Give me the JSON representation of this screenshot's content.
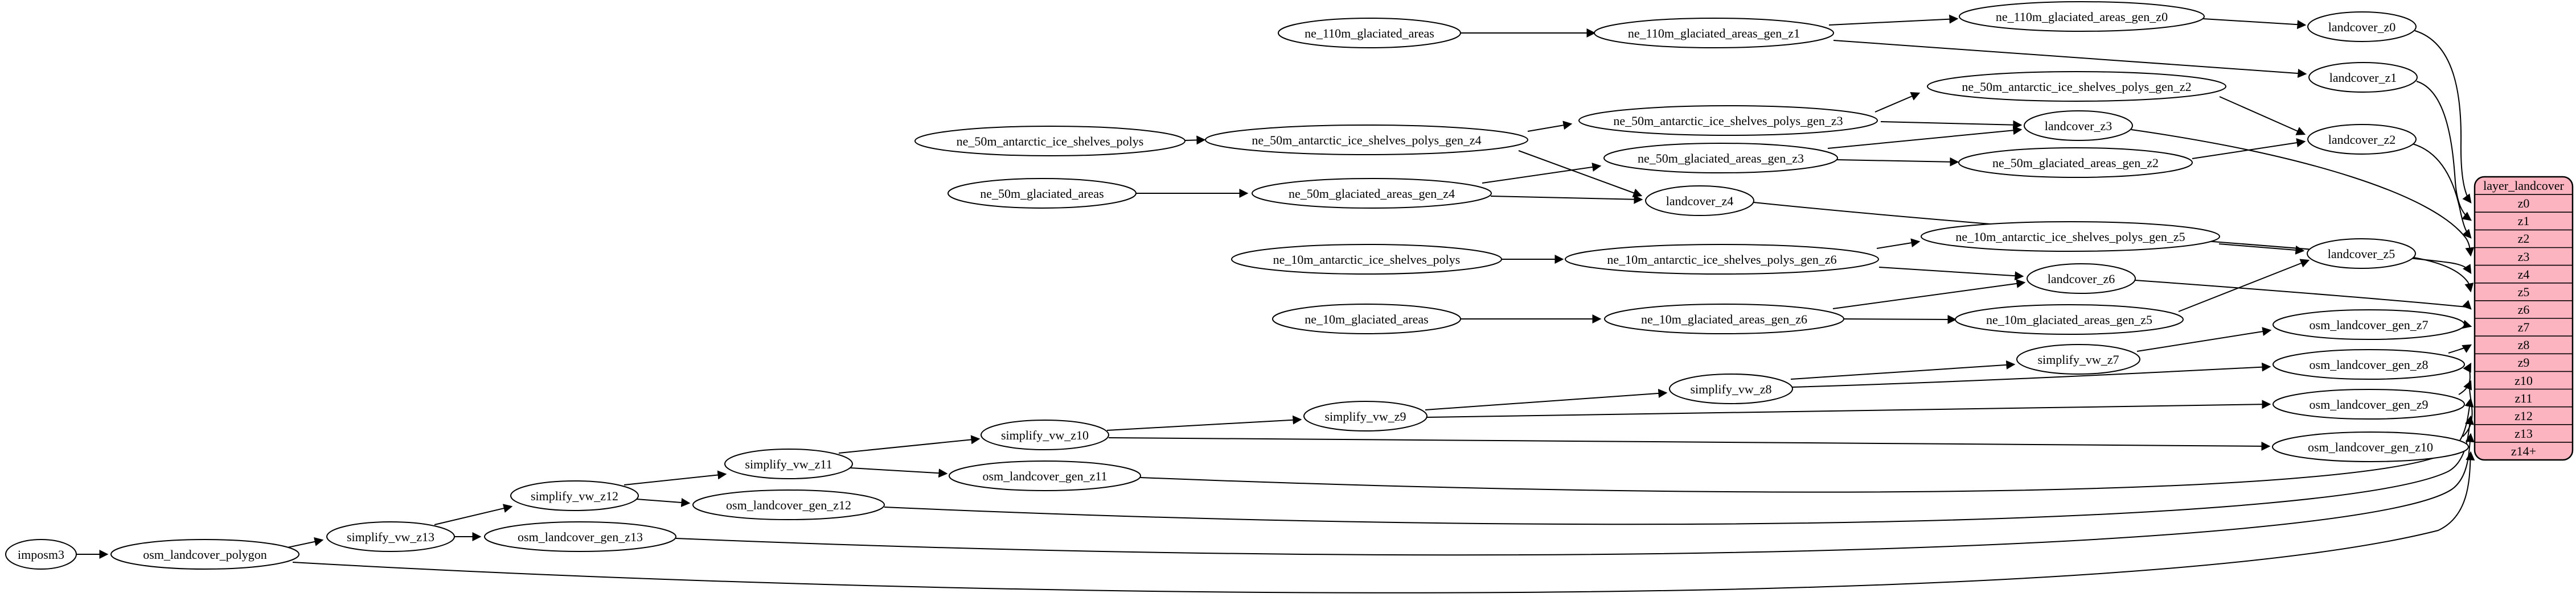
{
  "diagram": {
    "kind": "dependency-graph",
    "background_color": "#ffffff",
    "edge_color": "#000000",
    "node_fill_color": "#ffffff",
    "node_stroke_color": "#000000",
    "table_fill_color": "#fcb4c0"
  },
  "table": {
    "title": "layer_landcover",
    "rows": [
      "z0",
      "z1",
      "z2",
      "z3",
      "z4",
      "z5",
      "z6",
      "z7",
      "z8",
      "z9",
      "z10",
      "z11",
      "z12",
      "z13",
      "z14+"
    ]
  },
  "graph": {
    "nodes": [
      {
        "id": "imposm3",
        "label": "imposm3"
      },
      {
        "id": "osm_landcover_polygon",
        "label": "osm_landcover_polygon"
      },
      {
        "id": "simplify_vw_z13",
        "label": "simplify_vw_z13"
      },
      {
        "id": "osm_landcover_gen_z13",
        "label": "osm_landcover_gen_z13"
      },
      {
        "id": "simplify_vw_z12",
        "label": "simplify_vw_z12"
      },
      {
        "id": "osm_landcover_gen_z12",
        "label": "osm_landcover_gen_z12"
      },
      {
        "id": "simplify_vw_z11",
        "label": "simplify_vw_z11"
      },
      {
        "id": "osm_landcover_gen_z11",
        "label": "osm_landcover_gen_z11"
      },
      {
        "id": "simplify_vw_z10",
        "label": "simplify_vw_z10"
      },
      {
        "id": "simplify_vw_z9",
        "label": "simplify_vw_z9"
      },
      {
        "id": "simplify_vw_z8",
        "label": "simplify_vw_z8"
      },
      {
        "id": "simplify_vw_z7",
        "label": "simplify_vw_z7"
      },
      {
        "id": "osm_landcover_gen_z7",
        "label": "osm_landcover_gen_z7"
      },
      {
        "id": "osm_landcover_gen_z8",
        "label": "osm_landcover_gen_z8"
      },
      {
        "id": "osm_landcover_gen_z9",
        "label": "osm_landcover_gen_z9"
      },
      {
        "id": "osm_landcover_gen_z10",
        "label": "osm_landcover_gen_z10"
      },
      {
        "id": "ne_110m_glaciated_areas",
        "label": "ne_110m_glaciated_areas"
      },
      {
        "id": "ne_110m_glaciated_areas_gen_z1",
        "label": "ne_110m_glaciated_areas_gen_z1"
      },
      {
        "id": "ne_110m_glaciated_areas_gen_z0",
        "label": "ne_110m_glaciated_areas_gen_z0"
      },
      {
        "id": "landcover_z0",
        "label": "landcover_z0"
      },
      {
        "id": "landcover_z1",
        "label": "landcover_z1"
      },
      {
        "id": "ne_50m_antarctic_ice_shelves_polys",
        "label": "ne_50m_antarctic_ice_shelves_polys"
      },
      {
        "id": "ne_50m_antarctic_ice_shelves_polys_gen_z4",
        "label": "ne_50m_antarctic_ice_shelves_polys_gen_z4"
      },
      {
        "id": "ne_50m_antarctic_ice_shelves_polys_gen_z3",
        "label": "ne_50m_antarctic_ice_shelves_polys_gen_z3"
      },
      {
        "id": "ne_50m_antarctic_ice_shelves_polys_gen_z2",
        "label": "ne_50m_antarctic_ice_shelves_polys_gen_z2"
      },
      {
        "id": "landcover_z2",
        "label": "landcover_z2"
      },
      {
        "id": "landcover_z3",
        "label": "landcover_z3"
      },
      {
        "id": "ne_50m_glaciated_areas",
        "label": "ne_50m_glaciated_areas"
      },
      {
        "id": "ne_50m_glaciated_areas_gen_z4",
        "label": "ne_50m_glaciated_areas_gen_z4"
      },
      {
        "id": "ne_50m_glaciated_areas_gen_z3",
        "label": "ne_50m_glaciated_areas_gen_z3"
      },
      {
        "id": "ne_50m_glaciated_areas_gen_z2",
        "label": "ne_50m_glaciated_areas_gen_z2"
      },
      {
        "id": "landcover_z4",
        "label": "landcover_z4"
      },
      {
        "id": "ne_10m_antarctic_ice_shelves_polys",
        "label": "ne_10m_antarctic_ice_shelves_polys"
      },
      {
        "id": "ne_10m_antarctic_ice_shelves_polys_gen_z6",
        "label": "ne_10m_antarctic_ice_shelves_polys_gen_z6"
      },
      {
        "id": "ne_10m_antarctic_ice_shelves_polys_gen_z5",
        "label": "ne_10m_antarctic_ice_shelves_polys_gen_z5"
      },
      {
        "id": "landcover_z5",
        "label": "landcover_z5"
      },
      {
        "id": "landcover_z6",
        "label": "landcover_z6"
      },
      {
        "id": "ne_10m_glaciated_areas",
        "label": "ne_10m_glaciated_areas"
      },
      {
        "id": "ne_10m_glaciated_areas_gen_z6",
        "label": "ne_10m_glaciated_areas_gen_z6"
      },
      {
        "id": "ne_10m_glaciated_areas_gen_z5",
        "label": "ne_10m_glaciated_areas_gen_z5"
      }
    ],
    "edges": [
      {
        "from": "imposm3",
        "to": "osm_landcover_polygon"
      },
      {
        "from": "osm_landcover_polygon",
        "to": "simplify_vw_z13"
      },
      {
        "from": "simplify_vw_z13",
        "to": "simplify_vw_z12"
      },
      {
        "from": "simplify_vw_z13",
        "to": "osm_landcover_gen_z13"
      },
      {
        "from": "simplify_vw_z12",
        "to": "simplify_vw_z11"
      },
      {
        "from": "simplify_vw_z12",
        "to": "osm_landcover_gen_z12"
      },
      {
        "from": "simplify_vw_z11",
        "to": "simplify_vw_z10"
      },
      {
        "from": "simplify_vw_z11",
        "to": "osm_landcover_gen_z11"
      },
      {
        "from": "simplify_vw_z10",
        "to": "simplify_vw_z9"
      },
      {
        "from": "simplify_vw_z10",
        "to": "osm_landcover_gen_z10"
      },
      {
        "from": "simplify_vw_z9",
        "to": "simplify_vw_z8"
      },
      {
        "from": "simplify_vw_z9",
        "to": "osm_landcover_gen_z9"
      },
      {
        "from": "simplify_vw_z8",
        "to": "simplify_vw_z7"
      },
      {
        "from": "simplify_vw_z8",
        "to": "osm_landcover_gen_z8"
      },
      {
        "from": "simplify_vw_z7",
        "to": "osm_landcover_gen_z7"
      },
      {
        "from": "osm_landcover_gen_z7",
        "to": "layer_landcover:z7"
      },
      {
        "from": "osm_landcover_gen_z8",
        "to": "layer_landcover:z8"
      },
      {
        "from": "osm_landcover_gen_z9",
        "to": "layer_landcover:z9"
      },
      {
        "from": "osm_landcover_gen_z10",
        "to": "layer_landcover:z10"
      },
      {
        "from": "osm_landcover_gen_z11",
        "to": "layer_landcover:z11"
      },
      {
        "from": "osm_landcover_gen_z12",
        "to": "layer_landcover:z12"
      },
      {
        "from": "osm_landcover_gen_z13",
        "to": "layer_landcover:z13"
      },
      {
        "from": "osm_landcover_polygon",
        "to": "layer_landcover:z14+"
      },
      {
        "from": "ne_110m_glaciated_areas",
        "to": "ne_110m_glaciated_areas_gen_z1"
      },
      {
        "from": "ne_110m_glaciated_areas_gen_z1",
        "to": "ne_110m_glaciated_areas_gen_z0"
      },
      {
        "from": "ne_110m_glaciated_areas_gen_z1",
        "to": "landcover_z1"
      },
      {
        "from": "ne_110m_glaciated_areas_gen_z0",
        "to": "landcover_z0"
      },
      {
        "from": "landcover_z0",
        "to": "layer_landcover:z0"
      },
      {
        "from": "landcover_z1",
        "to": "layer_landcover:z1"
      },
      {
        "from": "ne_50m_antarctic_ice_shelves_polys",
        "to": "ne_50m_antarctic_ice_shelves_polys_gen_z4"
      },
      {
        "from": "ne_50m_antarctic_ice_shelves_polys_gen_z4",
        "to": "ne_50m_antarctic_ice_shelves_polys_gen_z3"
      },
      {
        "from": "ne_50m_antarctic_ice_shelves_polys_gen_z4",
        "to": "landcover_z4"
      },
      {
        "from": "ne_50m_antarctic_ice_shelves_polys_gen_z3",
        "to": "ne_50m_antarctic_ice_shelves_polys_gen_z2"
      },
      {
        "from": "ne_50m_antarctic_ice_shelves_polys_gen_z3",
        "to": "landcover_z3"
      },
      {
        "from": "ne_50m_antarctic_ice_shelves_polys_gen_z2",
        "to": "landcover_z2"
      },
      {
        "from": "landcover_z3",
        "to": "layer_landcover:z3"
      },
      {
        "from": "landcover_z2",
        "to": "layer_landcover:z2"
      },
      {
        "from": "ne_50m_glaciated_areas",
        "to": "ne_50m_glaciated_areas_gen_z4"
      },
      {
        "from": "ne_50m_glaciated_areas_gen_z4",
        "to": "ne_50m_glaciated_areas_gen_z3"
      },
      {
        "from": "ne_50m_glaciated_areas_gen_z4",
        "to": "landcover_z4"
      },
      {
        "from": "ne_50m_glaciated_areas_gen_z3",
        "to": "ne_50m_glaciated_areas_gen_z2"
      },
      {
        "from": "ne_50m_glaciated_areas_gen_z3",
        "to": "landcover_z3"
      },
      {
        "from": "ne_50m_glaciated_areas_gen_z2",
        "to": "landcover_z2"
      },
      {
        "from": "landcover_z4",
        "to": "layer_landcover:z4"
      },
      {
        "from": "ne_10m_antarctic_ice_shelves_polys",
        "to": "ne_10m_antarctic_ice_shelves_polys_gen_z6"
      },
      {
        "from": "ne_10m_antarctic_ice_shelves_polys_gen_z6",
        "to": "ne_10m_antarctic_ice_shelves_polys_gen_z5"
      },
      {
        "from": "ne_10m_antarctic_ice_shelves_polys_gen_z6",
        "to": "landcover_z6"
      },
      {
        "from": "ne_10m_antarctic_ice_shelves_polys_gen_z5",
        "to": "landcover_z5"
      },
      {
        "from": "ne_10m_glaciated_areas",
        "to": "ne_10m_glaciated_areas_gen_z6"
      },
      {
        "from": "ne_10m_glaciated_areas_gen_z6",
        "to": "ne_10m_glaciated_areas_gen_z5"
      },
      {
        "from": "ne_10m_glaciated_areas_gen_z6",
        "to": "landcover_z6"
      },
      {
        "from": "ne_10m_glaciated_areas_gen_z5",
        "to": "landcover_z5"
      },
      {
        "from": "landcover_z5",
        "to": "layer_landcover:z5"
      },
      {
        "from": "landcover_z6",
        "to": "layer_landcover:z6"
      }
    ]
  }
}
